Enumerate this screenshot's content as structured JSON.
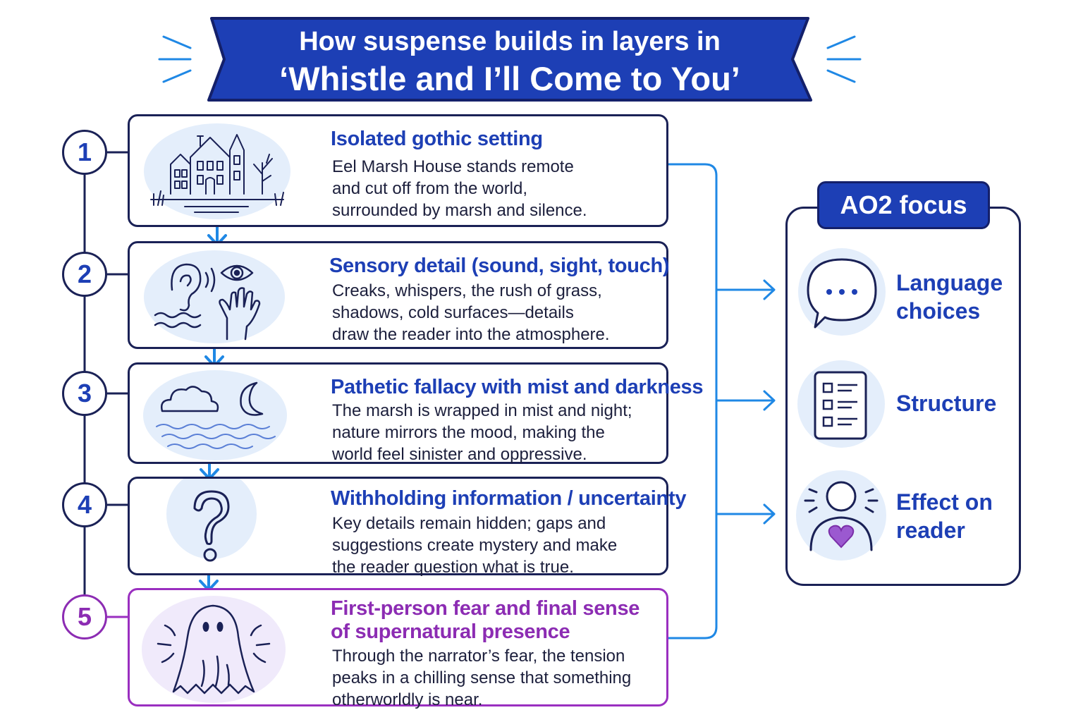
{
  "header": {
    "title_line1": "How suspense builds in layers in",
    "title_line2": "‘Whistle and I’ll Come to You’"
  },
  "steps": [
    {
      "number": "1",
      "title": "Isolated gothic setting",
      "body": "Eel Marsh House stands remote\nand cut off from the world,\nsurrounded by marsh and silence.",
      "icon": "gothic-house-icon"
    },
    {
      "number": "2",
      "title": "Sensory detail (sound, sight, touch)",
      "body": "Creaks, whispers, the rush of grass,\nshadows, cold surfaces—details\ndraw the reader into the atmosphere.",
      "icon": "senses-icon"
    },
    {
      "number": "3",
      "title": "Pathetic fallacy with mist and darkness",
      "body": "The marsh is wrapped in mist and night;\nnature mirrors the mood, making the\nworld feel sinister and oppressive.",
      "icon": "cloud-moon-mist-icon"
    },
    {
      "number": "4",
      "title": "Withholding information / uncertainty",
      "body": "Key details remain hidden; gaps and\nsuggestions create mystery and make\nthe reader question what is true.",
      "icon": "question-mark-icon"
    },
    {
      "number": "5",
      "title_line1": "First-person fear and final sense",
      "title_line2": "of supernatural presence",
      "body": "Through the narrator’s fear, the tension\npeaks in a chilling sense that something\notherworldly is near.",
      "icon": "ghost-icon"
    }
  ],
  "ao2": {
    "heading": "AO2 focus",
    "items": [
      {
        "label": "Language\nchoices",
        "icon": "speech-bubble-icon"
      },
      {
        "label": "Structure",
        "icon": "checklist-icon"
      },
      {
        "label": "Effect on\nreader",
        "icon": "person-heart-icon"
      }
    ]
  },
  "colors": {
    "primary_blue": "#1d3fb5",
    "navy_outline": "#1a2156",
    "accent_purple": "#8c2cb3",
    "connector_blue": "#1f88e5",
    "icon_bg": "#e4eefb"
  }
}
